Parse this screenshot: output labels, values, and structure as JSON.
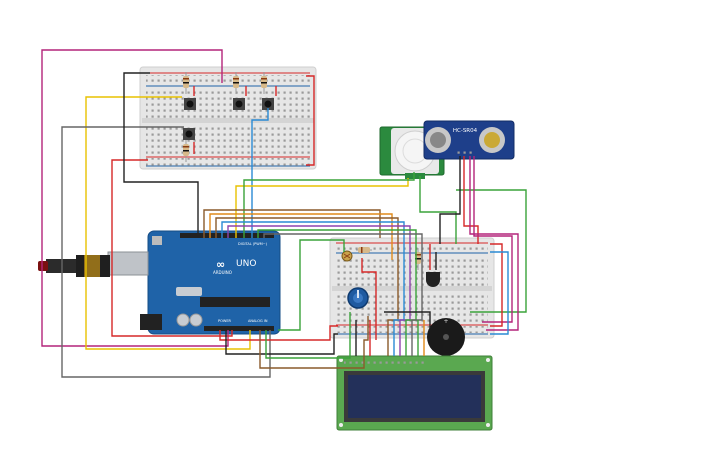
{
  "arduino": {
    "logo_text": "UNO",
    "model_text": "ARDUINO",
    "digital_label": "DIGITAL (PWM~)",
    "power_label": "POWER",
    "analog_label": "ANALOG IN"
  },
  "ultrasonic": {
    "model_text": "HC-SR04"
  },
  "colors": {
    "board_blue": "#1f63a8",
    "breadboard": "#e6e6e6",
    "lcd_green": "#5aa850",
    "lcd_screen": "#23305a",
    "pir_green": "#2b8a3e",
    "wire_red": "#d62828",
    "wire_black": "#222222",
    "wire_magenta": "#b3247a",
    "wire_yellow": "#e8c200",
    "wire_gray": "#666666",
    "wire_green": "#3aa33a",
    "wire_brown": "#8a5a2b",
    "wire_blue": "#2a8ad4"
  }
}
